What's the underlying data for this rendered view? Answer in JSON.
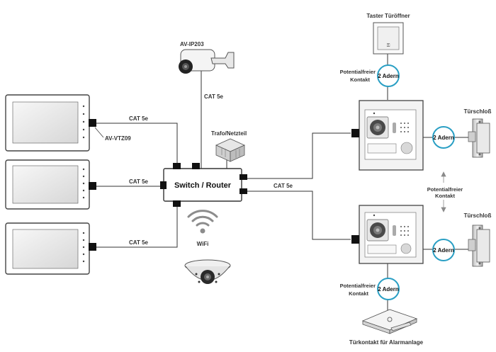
{
  "router": {
    "label": "Switch / Router"
  },
  "camera": {
    "label": "AV-IP203"
  },
  "monitor_model": {
    "label": "AV-VTZ09"
  },
  "transformer": {
    "label": "Trafo/Netzteil"
  },
  "wifi": {
    "label": "WiFi"
  },
  "cables": {
    "camera": "CAT 5e",
    "monitor1": "CAT 5e",
    "monitor2": "CAT 5e",
    "monitor3": "CAT 5e",
    "doorstations": "CAT 5e"
  },
  "taster": {
    "label": "Taster Türöffner"
  },
  "wire_badge": "2 Adern",
  "contact_top": {
    "line1": "Potentialfreier",
    "line2": "Kontakt"
  },
  "contact_mid": {
    "line1": "Potentialfreier",
    "line2": "Kontakt"
  },
  "contact_bottom": {
    "line1": "Potentialfreier",
    "line2": "Kontakt"
  },
  "lock_top": {
    "label": "Türschloß"
  },
  "lock_bottom": {
    "label": "Türschloß"
  },
  "alarm": {
    "label": "Türkontakt für Alarmanlage"
  },
  "colors": {
    "accent": "#2a9fc4",
    "line": "#333333",
    "panel": "#f3f3f3"
  },
  "icons": [
    "monitor-icon",
    "ip-camera-icon",
    "dome-camera-icon",
    "wifi-icon",
    "power-supply-icon",
    "door-station-icon",
    "door-lock-icon",
    "push-button-icon",
    "alarm-contact-icon"
  ]
}
